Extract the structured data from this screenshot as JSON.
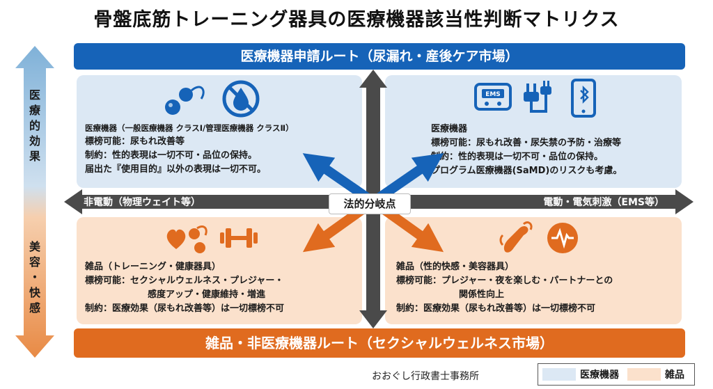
{
  "title": "骨盤底筋トレーニング器具の医療機器該当性判断マトリクス",
  "banner_top": "医療機器申請ルート（尿漏れ・産後ケア市場）",
  "banner_bottom": "雑品・非医療機器ルート（セクシャルウェルネス市場）",
  "vertical_top_label": [
    "医",
    "療",
    "的",
    "効",
    "果"
  ],
  "vertical_bottom_label": [
    "美",
    "容",
    "・",
    "快",
    "感"
  ],
  "axis_left_label": "非電動（物理ウェイト等）",
  "axis_right_label": "電動・電気刺激（EMS等）",
  "center_label": "法的分岐点",
  "quadrants": {
    "top_left": {
      "icons": [
        "kegel-balls-icon",
        "no-liquid-icon"
      ],
      "lines": [
        "医療機器（一般医療機器 クラスⅠ/管理医療機器 クラスⅡ）",
        "標榜可能：尿もれ改善等",
        "制約：性的表現は一切不可・品位の保持。",
        "届出た『使用目的』以外の表現は一切不可。"
      ]
    },
    "top_right": {
      "icons": [
        "ems-device-icon",
        "power-plug-icon",
        "smartphone-bluetooth-icon"
      ],
      "ems_text": "EMS",
      "lines": [
        "医療機器",
        "標榜可能：尿もれ改善・尿失禁の予防・治療等",
        "制約：性的表現は一切不可・品位の保持。",
        "プログラム医療機器(SaMD)のリスクも考慮。"
      ]
    },
    "bottom_left": {
      "icons": [
        "heart-balls-icon",
        "dumbbell-icon"
      ],
      "lines": [
        "雑品（トレーニング・健康器具）",
        "標榜可能：セクシャルウェルネス・プレジャー・",
        "感度アップ・健康維持・増進",
        "制約：医療効果（尿もれ改善等）は一切標榜不可"
      ]
    },
    "bottom_right": {
      "icons": [
        "vibrator-icon",
        "pulse-icon"
      ],
      "lines": [
        "雑品（性的快感・美容器具）",
        "標榜可能：プレジャー・夜を楽しむ・パートナーとの",
        "関係性向上",
        "制約：医療効果（尿もれ改善等）は一切標榜不可"
      ]
    }
  },
  "credit": "おおぐし行政書士事務所",
  "legend": [
    {
      "label": "医療機器",
      "color": "#dce8f4"
    },
    {
      "label": "雑品",
      "color": "#fbe1cc"
    }
  ],
  "colors": {
    "blue_accent": "#1663b8",
    "orange_accent": "#e06b1f",
    "axis_gray": "#4a4a4a"
  }
}
